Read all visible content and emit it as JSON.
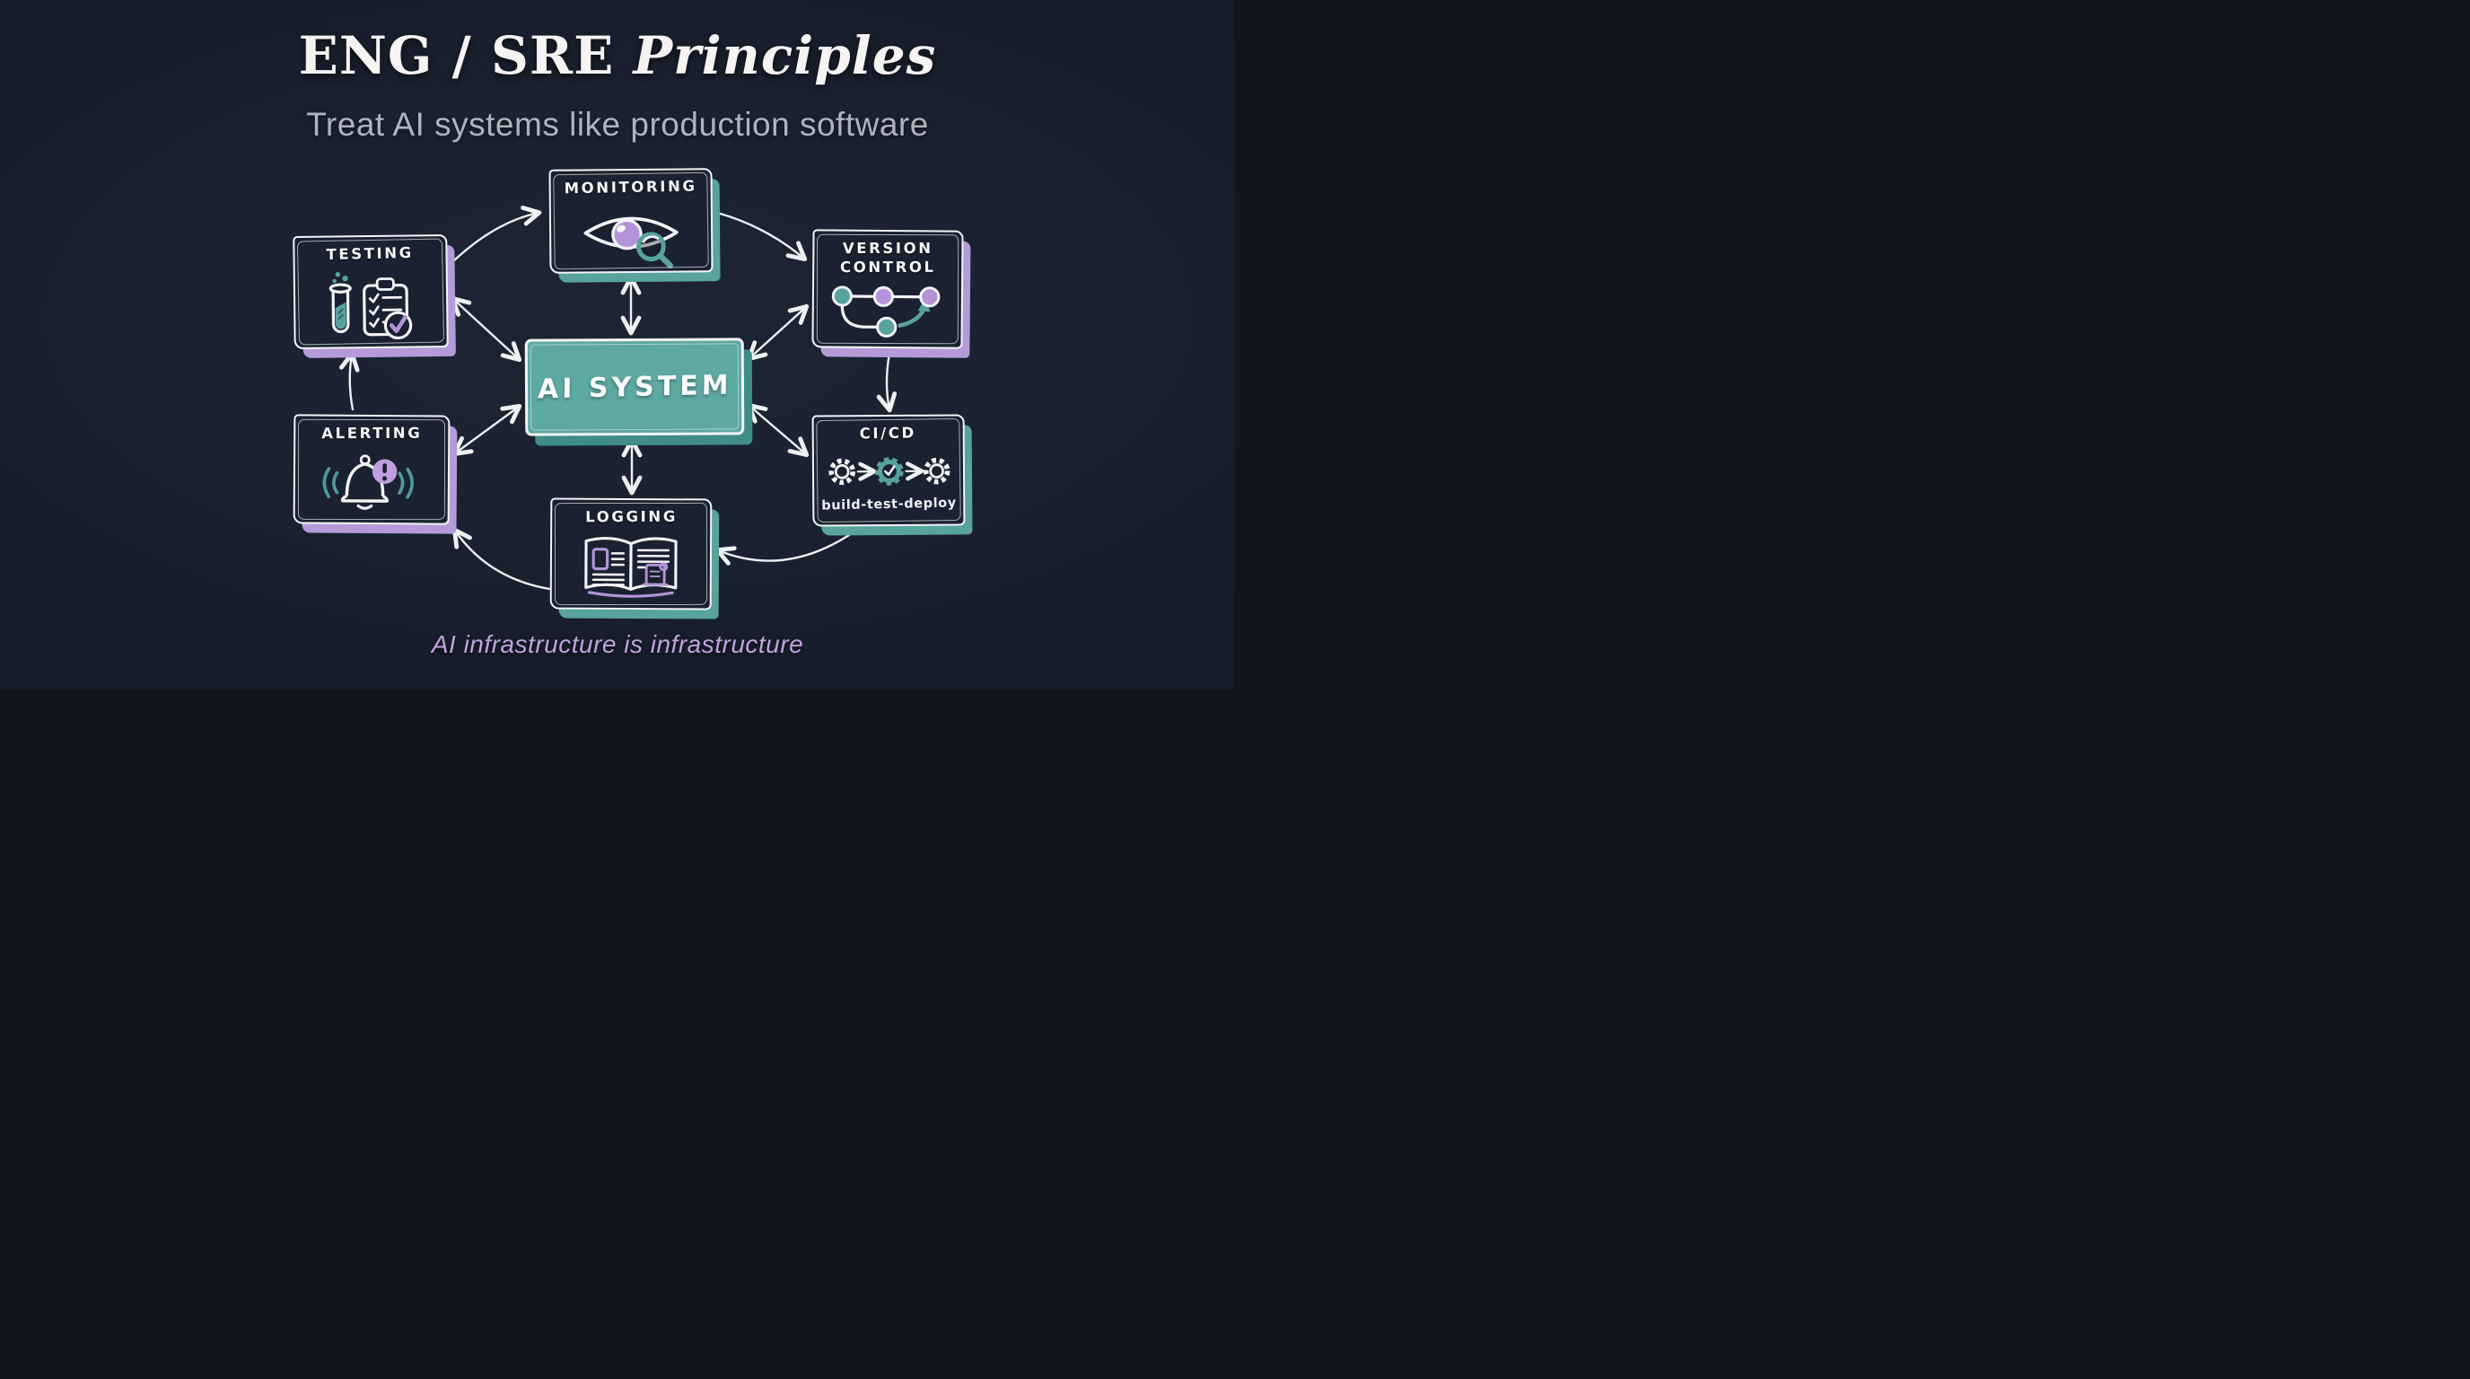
{
  "header": {
    "title_main": "ENG / SRE ",
    "title_accent": "Principles",
    "subtitle": "Treat AI systems like production software"
  },
  "center_node": {
    "label": "AI SYSTEM"
  },
  "nodes": {
    "monitoring": {
      "label": "MONITORING",
      "icon": "eye-magnifier-icon",
      "shadow_accent": "teal"
    },
    "testing": {
      "label": "TESTING",
      "icon": "test-tube-checklist-icon",
      "shadow_accent": "purple"
    },
    "version_control": {
      "label": "VERSION CONTROL",
      "icon": "git-branch-icon",
      "shadow_accent": "purple"
    },
    "alerting": {
      "label": "ALERTING",
      "icon": "bell-alert-icon",
      "shadow_accent": "purple"
    },
    "cicd": {
      "label": "CI/CD",
      "caption": "build-test-deploy",
      "icon": "gear-pipeline-icon",
      "shadow_accent": "teal"
    },
    "logging": {
      "label": "LOGGING",
      "icon": "log-book-icon",
      "shadow_accent": "teal"
    }
  },
  "connections": [
    {
      "from": "testing",
      "to": "monitoring",
      "bidirectional": false
    },
    {
      "from": "monitoring",
      "to": "version-control",
      "bidirectional": false
    },
    {
      "from": "monitoring",
      "to": "ai-system",
      "bidirectional": true
    },
    {
      "from": "testing",
      "to": "ai-system",
      "bidirectional": true
    },
    {
      "from": "alerting",
      "to": "ai-system",
      "bidirectional": true
    },
    {
      "from": "ai-system",
      "to": "version-control",
      "bidirectional": true
    },
    {
      "from": "ai-system",
      "to": "cicd",
      "bidirectional": true
    },
    {
      "from": "version-control",
      "to": "cicd",
      "bidirectional": false
    },
    {
      "from": "ai-system",
      "to": "logging",
      "bidirectional": true
    },
    {
      "from": "logging",
      "to": "alerting",
      "bidirectional": false
    },
    {
      "from": "cicd",
      "to": "logging",
      "bidirectional": false
    },
    {
      "from": "alerting",
      "to": "testing",
      "bidirectional": false
    }
  ],
  "footer": {
    "tagline": "AI infrastructure is infrastructure"
  },
  "colors": {
    "background": "#1a2130",
    "stroke_white": "#f3f4f6",
    "teal": "#58a39c",
    "teal_fill": "#5ea9a2",
    "teal_shadow": "#3f8d86",
    "purple": "#b394d9",
    "purple_shadow": "#b49bd8",
    "badge_purple": "#bf9fe0",
    "subtitle_gray": "#aeb4bd",
    "tagline_purple": "#c0a3de"
  }
}
